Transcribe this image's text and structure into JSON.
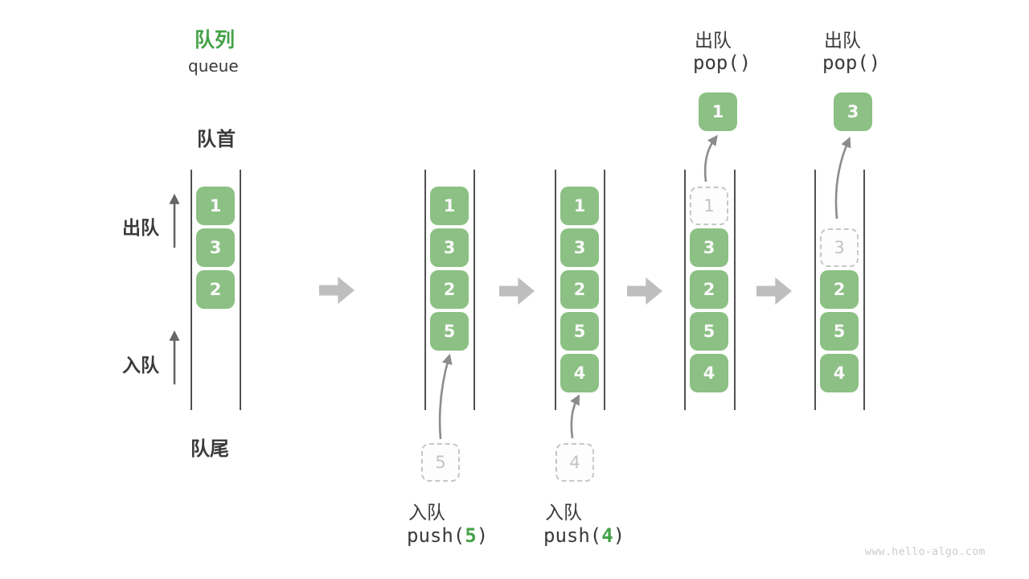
{
  "title": {
    "zh": "队列",
    "en": "queue"
  },
  "labels": {
    "front": "队首",
    "rear": "队尾",
    "dequeue_side": "出队",
    "enqueue_side": "入队"
  },
  "colors": {
    "box_green": "#8CC084",
    "accent_green": "#44A248",
    "text_dark": "#3A3A3A",
    "rail_gray": "#515151",
    "block_arrow_gray": "#BEBEBE",
    "curve_arrow_gray": "#8C8C8C",
    "dashed_border": "#C7C7C7",
    "dashed_text": "#C3C3C3",
    "watermark_gray": "#CBCBCB"
  },
  "columns": [
    {
      "boxes": [
        {
          "value": "1"
        },
        {
          "value": "3"
        },
        {
          "value": "2"
        }
      ]
    },
    {
      "boxes": [
        {
          "value": "1"
        },
        {
          "value": "3"
        },
        {
          "value": "2"
        },
        {
          "value": "5"
        }
      ],
      "incoming_value": "5",
      "op_label": "入队",
      "op_call_prefix": "push(",
      "op_arg": "5",
      "op_call_suffix": ")"
    },
    {
      "boxes": [
        {
          "value": "1"
        },
        {
          "value": "3"
        },
        {
          "value": "2"
        },
        {
          "value": "5"
        },
        {
          "value": "4"
        }
      ],
      "incoming_value": "4",
      "op_label": "入队",
      "op_call_prefix": "push(",
      "op_arg": "4",
      "op_call_suffix": ")"
    },
    {
      "boxes": [
        {
          "value": "1",
          "variant": "dashed"
        },
        {
          "value": "3"
        },
        {
          "value": "2"
        },
        {
          "value": "5"
        },
        {
          "value": "4"
        }
      ],
      "popped_value": "1",
      "op_label": "出队",
      "op_call": "pop()"
    },
    {
      "boxes": [
        {
          "value": "3",
          "variant": "dashed"
        },
        {
          "value": "2"
        },
        {
          "value": "5"
        },
        {
          "value": "4"
        }
      ],
      "popped_value": "3",
      "op_label": "出队",
      "op_call": "pop()"
    }
  ],
  "watermark": "www.hello-algo.com"
}
